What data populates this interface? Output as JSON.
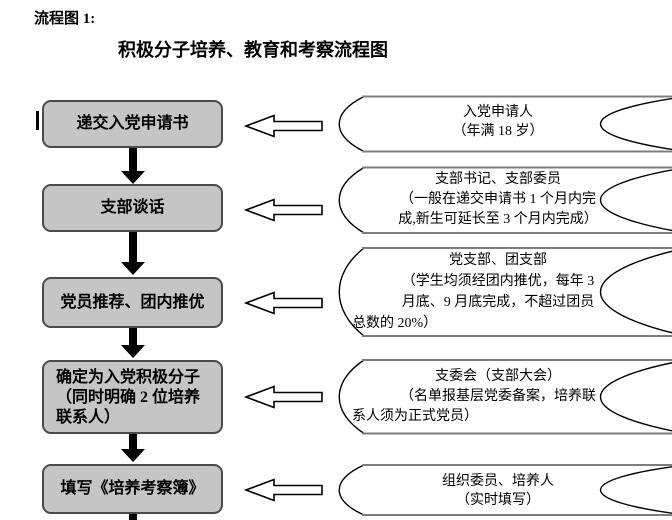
{
  "header": {
    "figure_label": "流程图 1:",
    "title": "积极分子培养、教育和考察流程图"
  },
  "colors": {
    "box_fill": "#c5c5c5",
    "box_border": "#4a4a4a",
    "shape_line_gray": "#7d7d7d",
    "shape_arc_black": "#000000",
    "arrow_solid": "#000000",
    "arrow_hollow_fill": "#ffffff"
  },
  "steps": [
    {
      "box_lines": [
        "递交入党申请书"
      ],
      "note_lines": [
        "入党申请人",
        "（年满 18 岁）"
      ]
    },
    {
      "box_lines": [
        "支部谈话"
      ],
      "note_lines": [
        "支部书记、支部委员",
        "（一般在递交申请书 1 个月内完",
        "成,新生可延长至 3 个月内完成）"
      ]
    },
    {
      "box_lines": [
        "党员推荐、团内推优"
      ],
      "note_lines": [
        "党支部、团支部",
        "（学生均须经团内推优，每年 3",
        "月底、9 月底完成，不超过团员",
        "总数的 20%）"
      ]
    },
    {
      "box_lines": [
        "确定为入党积极分子",
        "（同时明确 2 位培养",
        "联系人）"
      ],
      "note_lines": [
        "支委会（支部大会）",
        "（名单报基层党委备案，培养联",
        "系人须为正式党员）"
      ]
    },
    {
      "box_lines": [
        "填写《培养考察簿》"
      ],
      "note_lines": [
        "组织委员、培养人",
        "（实时填写）"
      ]
    }
  ]
}
